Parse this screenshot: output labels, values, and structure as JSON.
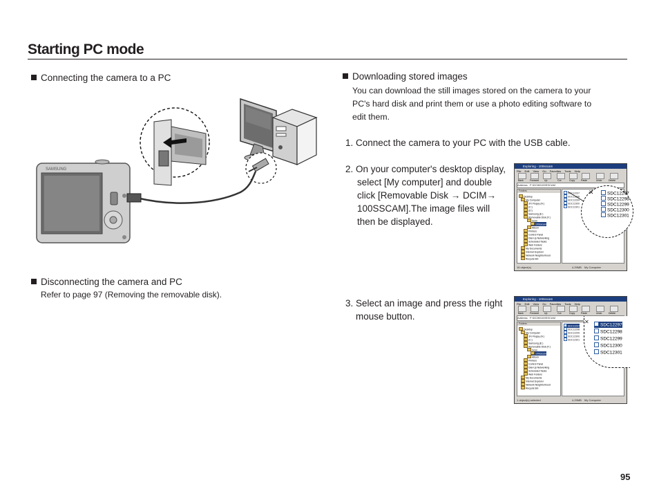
{
  "header": {
    "title": "Starting PC mode"
  },
  "left": {
    "connect_heading": "Connecting the camera to a PC",
    "disconnect_heading": "Disconnecting the camera and PC",
    "disconnect_note": "Refer to page 97 (Removing the removable disk)."
  },
  "right": {
    "download_heading": "Downloading stored images",
    "download_intro": [
      "You can download the still images stored on the camera to your",
      "PC's hard disk and print them or use a photo editing software to",
      "edit them."
    ],
    "step1": "1. Connect the camera to your PC with the USB cable.",
    "step2": [
      "2. On your computer's desktop display,",
      "select [My computer] and double",
      "click [Removable Disk → DCIM→",
      "100SSCAM].The image files will",
      "then be displayed."
    ],
    "step3": [
      "3. Select an image and press the right",
      "mouse button."
    ]
  },
  "illustration": {
    "camera_brand": "SAMSUNG"
  },
  "explorer1": {
    "title": "Exploring - 100sscam",
    "menu": "File Edit View Go Favorites Tools Help",
    "toolbar": [
      "Back",
      "Forward",
      "Up",
      "Cut",
      "Copy",
      "Paste",
      "Undo",
      "Delete"
    ],
    "address_label": "Address",
    "address": "F:\\DCIM\\100SSCAM",
    "folders_label": "Folders",
    "tree": [
      "Desktop",
      "My Computer",
      "3½ Floppy (A:)",
      "(C:)",
      "(D:)",
      "Samsung (E:)",
      "Removable Disk (F:)",
      "Dcim",
      "100sscam",
      "Album",
      "Printers",
      "Control Panel",
      "Dial-Up Networking",
      "Scheduled Tasks",
      "Web Folders",
      "My Documents",
      "Internet Explorer",
      "Network Neighborhood",
      "Recycle Bin"
    ],
    "files": [
      "SDC12297",
      "SDC12298",
      "SDC12299",
      "SDC12300",
      "SDC12301"
    ],
    "status_left": "16 object(s)",
    "status_mid": "4.29MB",
    "status_right": "My Computer",
    "zoom_files": [
      "SDC12297",
      "SDC12298",
      "SDC12299",
      "SDC12300",
      "SDC12301"
    ]
  },
  "explorer2": {
    "title": "Exploring - 100sscam",
    "menu": "File Edit View Go Favorites Tools Help",
    "toolbar": [
      "Back",
      "Forward",
      "Up",
      "Cut",
      "Copy",
      "Paste",
      "Undo",
      "Delete"
    ],
    "address_label": "Address",
    "address": "F:\\DCIM\\100SSCAM",
    "folders_label": "Folders",
    "tree": [
      "Desktop",
      "My Computer",
      "3½ Floppy (A:)",
      "(C:)",
      "Samsung (E:)",
      "Removable Disk (F:)",
      "Dcim",
      "100sscam",
      "Album",
      "Printers",
      "Control Panel",
      "Dial-Up Networking",
      "Scheduled Tasks",
      "Web Folders",
      "My Documents",
      "Internet Explorer",
      "Network Neighborhood",
      "Recycle Bin"
    ],
    "files": [
      "SDC12297",
      "SDC12298",
      "SDC12299",
      "SDC12300",
      "SDC12301"
    ],
    "status_left": "1 object(s) selected",
    "status_mid": "4.29MB",
    "status_right": "My Computer",
    "zoom_files": [
      "SDC12297",
      "SDC12298",
      "SDC12299",
      "SDC12300",
      "SDC12301"
    ]
  },
  "footer": {
    "page_number": "95"
  }
}
